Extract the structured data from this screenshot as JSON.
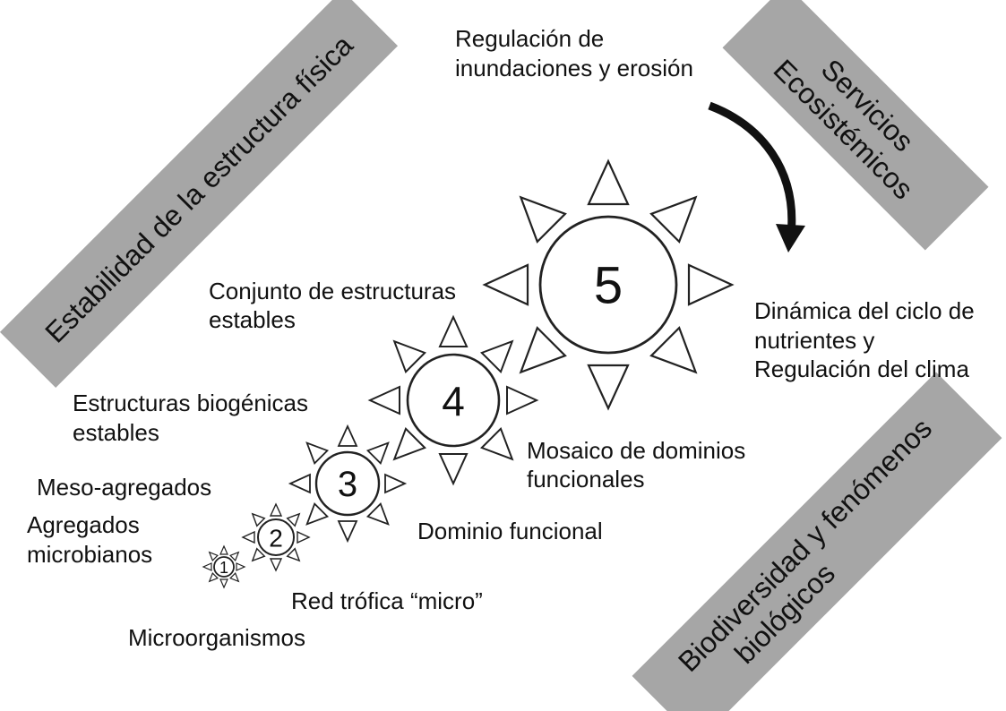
{
  "bands": {
    "physical": "Estabilidad de la estructura física",
    "services_line1": "Servicios",
    "services_line2": "Ecosistémicos",
    "biodiversity_line1": "Biodiversidad y fenómenos",
    "biodiversity_line2": "biológicos"
  },
  "stages": [
    {
      "number": "1"
    },
    {
      "number": "2"
    },
    {
      "number": "3"
    },
    {
      "number": "4"
    },
    {
      "number": "5"
    }
  ],
  "labels": {
    "regulation_line1": "Regulación de",
    "regulation_line2": "inundaciones y erosión",
    "conjunto_line1": "Conjunto de estructuras",
    "conjunto_line2": "estables",
    "biogenic_line1": "Estructuras biogénicas",
    "biogenic_line2": "estables",
    "meso": "Meso-agregados",
    "agregados_line1": "Agregados",
    "agregados_line2": "microbianos",
    "dinamica_line1": "Dinámica del ciclo de",
    "dinamica_line2": "nutrientes y",
    "dinamica_line3": "Regulación del clima",
    "mosaico_line1": "Mosaico de dominios",
    "mosaico_line2": "funcionales",
    "dominio": "Dominio funcional",
    "red_trofica": "Red trófica “micro”",
    "microorganismos": "Microorganismos"
  },
  "colors": {
    "band_fill": "#a6a6a6",
    "stroke": "#222222",
    "text": "#111111"
  }
}
